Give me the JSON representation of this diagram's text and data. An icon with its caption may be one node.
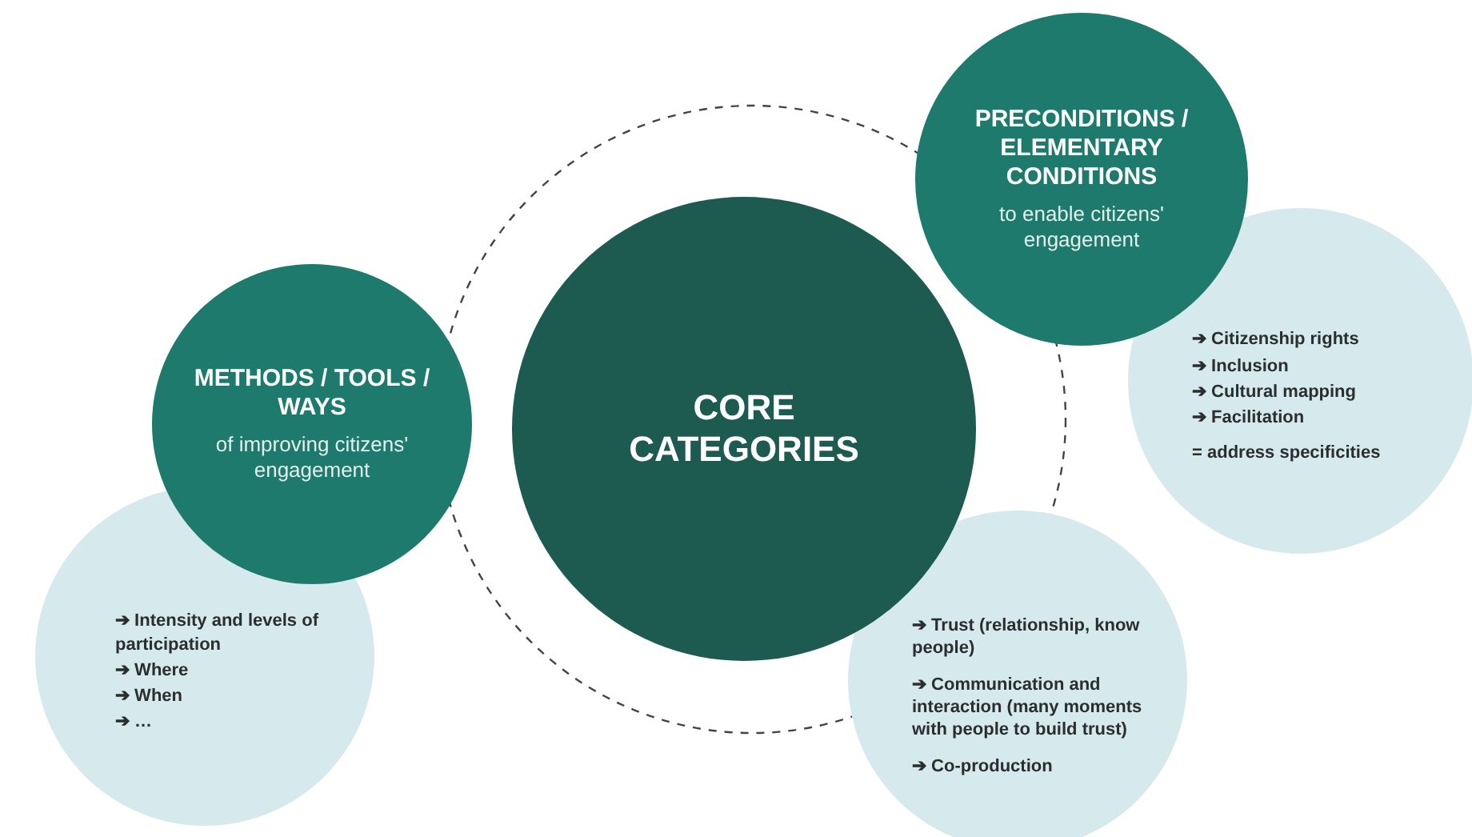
{
  "diagram": {
    "nodes": [
      {
        "text": [
          "METHODS / TOOLS / WAYS",
          "of improving citizens' engagement"
        ]
      },
      {
        "text": [
          "➔ Intensity and levels of participation",
          "➔ Where",
          "➔ When",
          "➔ …"
        ]
      },
      {
        "text": [
          "CORE CATEGORIES"
        ]
      },
      {
        "text": [
          "➔ Trust (relationship, know people)",
          "➔ Communication and interaction (many moments with people to build trust)",
          "➔ Co-production"
        ]
      },
      {
        "text": [
          "PRECONDITIONS / ELEMENTARY CONDITIONS",
          "to enable citizens' engagement"
        ]
      },
      {
        "text": [
          "➔ Citizenship rights",
          "➔ Inclusion",
          "➔ Cultural mapping",
          "➔ Facilitation",
          "= address specificities"
        ]
      }
    ],
    "edges": []
  }
}
